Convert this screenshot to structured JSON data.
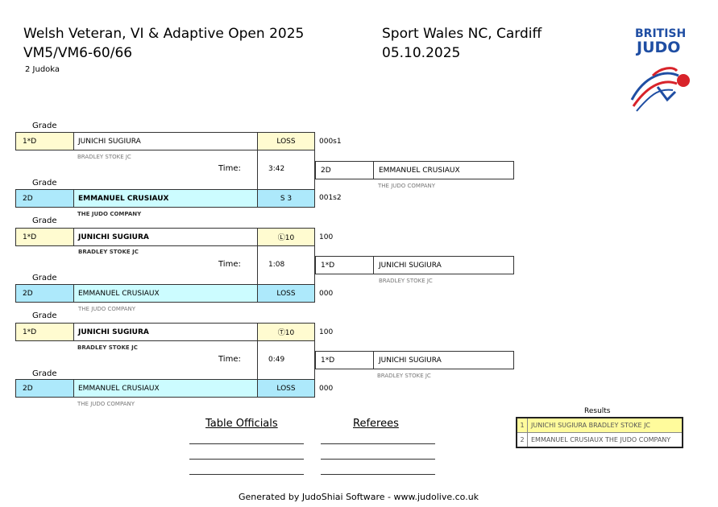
{
  "header": {
    "title": "Welsh Veteran, VI & Adaptive Open 2025",
    "category": "VM5/VM6-60/66",
    "count": "2 Judoka",
    "venue": "Sport Wales NC, Cardiff",
    "date": "05.10.2025",
    "logo": "BRITISH JUDO",
    "logo_line1": "BRITISH",
    "logo_line2": "JUDO"
  },
  "grade_label": "Grade",
  "time_label": "Time:",
  "matches": [
    {
      "white": {
        "grade": "1*D",
        "name": "JUNICHI SUGIURA",
        "club": "BRADLEY STOKE JC",
        "score": "LOSS",
        "points": "000s1"
      },
      "blue": {
        "grade": "2D",
        "name": "EMMANUEL CRUSIAUX",
        "club": "THE JUDO COMPANY",
        "score": "S 3",
        "points": "001s2"
      },
      "time": "3:42",
      "winner": {
        "grade": "2D",
        "name": "EMMANUEL CRUSIAUX",
        "club": "THE JUDO COMPANY"
      }
    },
    {
      "white": {
        "grade": "1*D",
        "name": "JUNICHI SUGIURA",
        "club": "BRADLEY STOKE JC",
        "score": "Ⓛ10",
        "points": "100"
      },
      "blue": {
        "grade": "2D",
        "name": "EMMANUEL CRUSIAUX",
        "club": "THE JUDO COMPANY",
        "score": "LOSS",
        "points": "000"
      },
      "time": "1:08",
      "winner": {
        "grade": "1*D",
        "name": "JUNICHI SUGIURA",
        "club": "BRADLEY STOKE JC"
      }
    },
    {
      "white": {
        "grade": "1*D",
        "name": "JUNICHI SUGIURA",
        "club": "BRADLEY STOKE JC",
        "score": "Ⓣ10",
        "points": "100"
      },
      "blue": {
        "grade": "2D",
        "name": "EMMANUEL CRUSIAUX",
        "club": "THE JUDO COMPANY",
        "score": "LOSS",
        "points": "000"
      },
      "time": "0:49",
      "winner": {
        "grade": "1*D",
        "name": "JUNICHI SUGIURA",
        "club": "BRADLEY STOKE JC"
      }
    }
  ],
  "officials": {
    "table": "Table Officials",
    "referees": "Referees"
  },
  "results": {
    "title": "Results",
    "rows": [
      {
        "rank": "1",
        "text": "JUNICHI SUGIURA BRADLEY STOKE JC"
      },
      {
        "rank": "2",
        "text": "EMMANUEL CRUSIAUX THE JUDO COMPANY"
      }
    ]
  },
  "footer": "Generated by JudoShiai Software - www.judolive.co.uk",
  "colors": {
    "white_row": "#fffbd0",
    "blue_row": "#ade9fb",
    "blue_name": "#ccfcff",
    "logo_blue": "#1f4ea3",
    "logo_red": "#d8232a"
  }
}
